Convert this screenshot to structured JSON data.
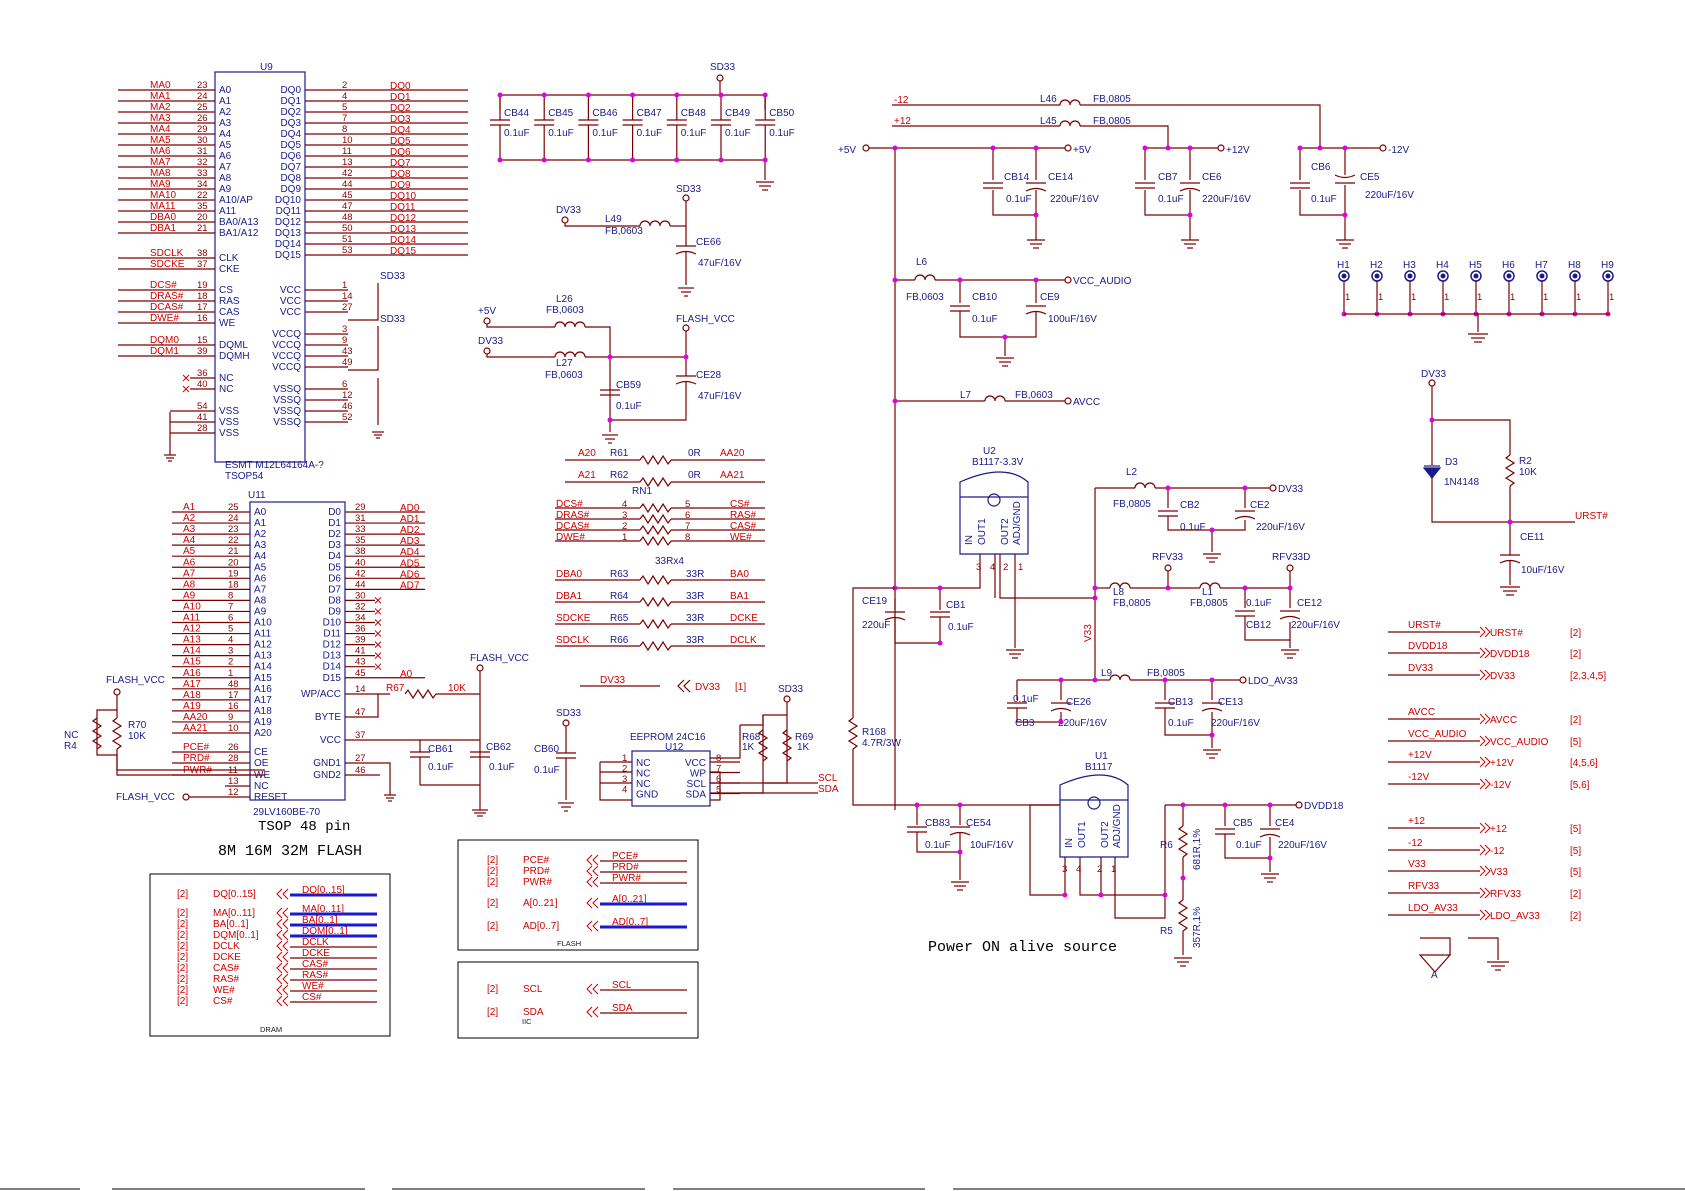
{
  "u9": {
    "ref": "U9",
    "part": "ESMT M12L64164A-?",
    "pkg": "TSOP54",
    "left": [
      [
        "MA0",
        "23",
        "A0"
      ],
      [
        "MA1",
        "24",
        "A1"
      ],
      [
        "MA2",
        "25",
        "A2"
      ],
      [
        "MA3",
        "26",
        "A3"
      ],
      [
        "MA4",
        "29",
        "A4"
      ],
      [
        "MA5",
        "30",
        "A5"
      ],
      [
        "MA6",
        "31",
        "A6"
      ],
      [
        "MA7",
        "32",
        "A7"
      ],
      [
        "MA8",
        "33",
        "A8"
      ],
      [
        "MA9",
        "34",
        "A9"
      ],
      [
        "MA10",
        "22",
        "A10/AP"
      ],
      [
        "MA11",
        "35",
        "A11"
      ],
      [
        "DBA0",
        "20",
        "BA0/A13"
      ],
      [
        "DBA1",
        "21",
        "BA1/A12"
      ],
      [
        "SDCLK",
        "38",
        "CLK"
      ],
      [
        "SDCKE",
        "37",
        "CKE"
      ],
      [
        "DCS#",
        "19",
        "CS"
      ],
      [
        "DRAS#",
        "18",
        "RAS"
      ],
      [
        "DCAS#",
        "17",
        "CAS"
      ],
      [
        "DWE#",
        "16",
        "WE"
      ],
      [
        "DQM0",
        "15",
        "DQML"
      ],
      [
        "DQM1",
        "39",
        "DQMH"
      ],
      [
        "",
        "36",
        "NC"
      ],
      [
        "",
        "40",
        "NC"
      ],
      [
        "",
        "54",
        "VSS"
      ],
      [
        "",
        "41",
        "VSS"
      ],
      [
        "",
        "28",
        "VSS"
      ]
    ],
    "right": [
      [
        "DQ0",
        "2",
        "DQ0"
      ],
      [
        "DQ1",
        "4",
        "DQ1"
      ],
      [
        "DQ2",
        "5",
        "DQ2"
      ],
      [
        "DQ3",
        "7",
        "DQ3"
      ],
      [
        "DQ4",
        "8",
        "DQ4"
      ],
      [
        "DQ5",
        "10",
        "DQ5"
      ],
      [
        "DQ6",
        "11",
        "DQ6"
      ],
      [
        "DQ7",
        "13",
        "DQ7"
      ],
      [
        "DQ8",
        "42",
        "DQ8"
      ],
      [
        "DQ9",
        "44",
        "DQ9"
      ],
      [
        "DQ10",
        "45",
        "DQ10"
      ],
      [
        "DQ11",
        "47",
        "DQ11"
      ],
      [
        "DQ12",
        "48",
        "DQ12"
      ],
      [
        "DQ13",
        "50",
        "DQ13"
      ],
      [
        "DQ14",
        "51",
        "DQ14"
      ],
      [
        "DQ15",
        "53",
        "DQ15"
      ],
      [
        "",
        "1",
        "VCC"
      ],
      [
        "",
        "14",
        "VCC"
      ],
      [
        "",
        "27",
        "VCC"
      ],
      [
        "",
        "3",
        "VCCQ"
      ],
      [
        "",
        "9",
        "VCCQ"
      ],
      [
        "",
        "43",
        "VCCQ"
      ],
      [
        "",
        "49",
        "VCCQ"
      ],
      [
        "",
        "6",
        "VSSQ"
      ],
      [
        "",
        "12",
        "VSSQ"
      ],
      [
        "",
        "46",
        "VSSQ"
      ],
      [
        "",
        "52",
        "VSSQ"
      ]
    ],
    "sd33a": "SD33",
    "sd33b": "SD33"
  },
  "u11": {
    "ref": "U11",
    "part": "29LV160BE-70",
    "pkg": "TSOP 48 pin",
    "left": [
      [
        "A1",
        "25",
        "A0"
      ],
      [
        "A2",
        "24",
        "A1"
      ],
      [
        "A3",
        "23",
        "A2"
      ],
      [
        "A4",
        "22",
        "A3"
      ],
      [
        "A5",
        "21",
        "A4"
      ],
      [
        "A6",
        "20",
        "A5"
      ],
      [
        "A7",
        "19",
        "A6"
      ],
      [
        "A8",
        "18",
        "A7"
      ],
      [
        "A9",
        "8",
        "A8"
      ],
      [
        "A10",
        "7",
        "A9"
      ],
      [
        "A11",
        "6",
        "A10"
      ],
      [
        "A12",
        "5",
        "A11"
      ],
      [
        "A13",
        "4",
        "A12"
      ],
      [
        "A14",
        "3",
        "A13"
      ],
      [
        "A15",
        "2",
        "A14"
      ],
      [
        "A16",
        "1",
        "A15"
      ],
      [
        "A17",
        "48",
        "A16"
      ],
      [
        "A18",
        "17",
        "A17"
      ],
      [
        "A19",
        "16",
        "A18"
      ],
      [
        "AA20",
        "9",
        "A19"
      ],
      [
        "AA21",
        "10",
        "A20"
      ],
      [
        "PCE#",
        "26",
        "CE"
      ],
      [
        "PRD#",
        "28",
        "OE"
      ],
      [
        "PWR#",
        "11",
        "WE"
      ],
      [
        "",
        "13",
        "NC"
      ],
      [
        "",
        "12",
        "RESET"
      ]
    ],
    "right": [
      [
        "AD0",
        "29",
        "D0"
      ],
      [
        "AD1",
        "31",
        "D1"
      ],
      [
        "AD2",
        "33",
        "D2"
      ],
      [
        "AD3",
        "35",
        "D3"
      ],
      [
        "AD4",
        "38",
        "D4"
      ],
      [
        "AD5",
        "40",
        "D5"
      ],
      [
        "AD6",
        "42",
        "D6"
      ],
      [
        "AD7",
        "44",
        "D7"
      ],
      [
        "",
        "30",
        "D8"
      ],
      [
        "",
        "32",
        "D9"
      ],
      [
        "",
        "34",
        "D10"
      ],
      [
        "",
        "36",
        "D11"
      ],
      [
        "",
        "39",
        "D12"
      ],
      [
        "",
        "41",
        "D13"
      ],
      [
        "",
        "43",
        "D14"
      ],
      [
        "A0",
        "45",
        "D15"
      ],
      [
        "",
        "14",
        "WP/ACC"
      ],
      [
        "",
        "47",
        "BYTE"
      ],
      [
        "",
        "37",
        "VCC"
      ],
      [
        "",
        "27",
        "GND1"
      ],
      [
        "",
        "46",
        "GND2"
      ]
    ]
  },
  "flash_heading": "8M 16M 32M FLASH",
  "power_heading": "Power ON alive source",
  "labels": {
    "flash_vcc": "FLASH_VCC",
    "nc": "NC",
    "r4": "R4",
    "r70": "R70",
    "r70v": "10K",
    "r67": "R67",
    "r67v": "10K",
    "cb61": "CB61",
    "cb62": "CB62",
    "cbv": "0.1uF",
    "dv33": "DV33",
    "sd33": "SD33",
    "plus5": "+5V",
    "cb60": "CB60",
    "eeprom": "EEPROM 24C16",
    "u12": "U12",
    "r68": "R68",
    "r69": "R69",
    "k1": "1K",
    "scl": "SCL",
    "sda": "SDA",
    "dv33ref": "[1]",
    "l49": "L49",
    "fb0603": "FB,0603",
    "fb0805": "FB,0805",
    "ce66": "CE66",
    "ce66v": "47uF/16V",
    "l26": "L26",
    "l27": "L27",
    "cb59": "CB59",
    "ce28": "CE28",
    "ce28v": "47uF/16V",
    "r61": "R61",
    "r62": "R62",
    "r0": "0R",
    "a20": "A20",
    "a21": "A21",
    "aa20": "AA20",
    "aa21": "AA21",
    "rn1": "RN1",
    "rn1v": "33Rx4",
    "r33": "33R",
    "neg12": "-12",
    "pos12": "+12",
    "l46": "L46",
    "l45": "L45",
    "plus5v": "+5V",
    "plus12v": "+12V",
    "minus12v": "-12V",
    "cb14": "CB14",
    "ce14": "CE14",
    "cb7": "CB7",
    "ce6": "CE6",
    "cb6": "CB6",
    "ce5": "CE5",
    "v220": "220uF/16V",
    "l6": "L6",
    "cb10": "CB10",
    "ce9": "CE9",
    "v100": "100uF/16V",
    "vcc_audio": "VCC_AUDIO",
    "l7": "L7",
    "avcc": "AVCC",
    "u2": "U2",
    "u2part": "B1117-3.3V",
    "l2": "L2",
    "cb2": "CB2",
    "ce2": "CE2",
    "rfv33": "RFV33",
    "rfv33d": "RFV33D",
    "l8": "L8",
    "l1": "L1",
    "cb12": "CB12",
    "ce12": "CE12",
    "ce19": "CE19",
    "v220u": "220uF",
    "cb1": "CB1",
    "v33": "V33",
    "l9": "L9",
    "ldo_av33": "LDO_AV33",
    "cb3": "CB3",
    "ce26": "CE26",
    "cb13": "CB13",
    "ce13": "CE13",
    "r168": "R168",
    "r168v": "4.7R/3W",
    "u1": "U1",
    "u1part": "B1117",
    "cb83": "CB83",
    "ce54": "CE54",
    "v10": "10uF/16V",
    "r6": "R6",
    "r6v": "681R,1%",
    "r5": "R5",
    "r5v": "357R,1%",
    "cb5": "CB5",
    "ce4": "CE4",
    "dvdd18": "DVDD18",
    "d3": "D3",
    "d3v": "1N4148",
    "r2": "R2",
    "r2v": "10K",
    "urst": "URST#",
    "ce11": "CE11",
    "ce11v": "10uF/16V",
    "in": "IN",
    "out1": "OUT1",
    "out2": "OUT2",
    "adjgnd": "ADJ/GND",
    "pnc": "NC",
    "pvcc": "VCC",
    "pwp": "WP",
    "pscl": "SCL",
    "psda": "SDA",
    "pgnd": "GND"
  },
  "caps": [
    [
      "CB44",
      "0.1uF"
    ],
    [
      "CB45",
      "0.1uF"
    ],
    [
      "CB46",
      "0.1uF"
    ],
    [
      "CB47",
      "0.1uF"
    ],
    [
      "CB48",
      "0.1uF"
    ],
    [
      "CB49",
      "0.1uF"
    ],
    [
      "CB50",
      "0.1uF"
    ]
  ],
  "rn_rows": [
    [
      "DCS#",
      "4",
      "5",
      "CS#"
    ],
    [
      "DRAS#",
      "3",
      "6",
      "RAS#"
    ],
    [
      "DCAS#",
      "2",
      "7",
      "CAS#"
    ],
    [
      "DWE#",
      "1",
      "8",
      "WE#"
    ]
  ],
  "r33_rows": [
    [
      "DBA0",
      "R63",
      "BA0"
    ],
    [
      "DBA1",
      "R64",
      "BA1"
    ],
    [
      "SDCKE",
      "R65",
      "DCKE"
    ],
    [
      "SDCLK",
      "R66",
      "DCLK"
    ]
  ],
  "holes": [
    "H1",
    "H2",
    "H3",
    "H4",
    "H5",
    "H6",
    "H7",
    "H8",
    "H9"
  ],
  "ports": [
    [
      "URST#",
      "URST#",
      "[2]"
    ],
    [
      "DVDD18",
      "DVDD18",
      "[2]"
    ],
    [
      "DV33",
      "DV33",
      "[2,3,4,5]"
    ],
    [
      "AVCC",
      "AVCC",
      "[2]"
    ],
    [
      "VCC_AUDIO",
      "VCC_AUDIO",
      "[5]"
    ],
    [
      "+12V",
      "+12V",
      "[4,5,6]"
    ],
    [
      "-12V",
      "-12V",
      "[5,6]"
    ],
    [
      "+12",
      "+12",
      "[5]"
    ],
    [
      "-12",
      "-12",
      "[5]"
    ],
    [
      "V33",
      "V33",
      "[5]"
    ],
    [
      "RFV33",
      "RFV33",
      "[2]"
    ],
    [
      "LDO_AV33",
      "LDO_AV33",
      "[2]"
    ]
  ],
  "dram_box": {
    "title": "DRAM",
    "rows": [
      [
        "[2]",
        "DQ[0..15]",
        "DQ[0..15]"
      ],
      [
        "[2]",
        "MA[0..11]",
        "MA[0..11]"
      ],
      [
        "[2]",
        "BA[0..1]",
        "BA[0..1]"
      ],
      [
        "[2]",
        "DQM[0..1]",
        "DQM[0..1]"
      ],
      [
        "[2]",
        "DCLK",
        "DCLK"
      ],
      [
        "[2]",
        "DCKE",
        "DCKE"
      ],
      [
        "[2]",
        "CAS#",
        "CAS#"
      ],
      [
        "[2]",
        "RAS#",
        "RAS#"
      ],
      [
        "[2]",
        "WE#",
        "WE#"
      ],
      [
        "[2]",
        "CS#",
        "CS#"
      ]
    ]
  },
  "flash_box": {
    "title": "FLASH",
    "rows": [
      [
        "[2]",
        "PCE#",
        "PCE#"
      ],
      [
        "[2]",
        "PRD#",
        "PRD#"
      ],
      [
        "[2]",
        "PWR#",
        "PWR#"
      ],
      [
        "[2]",
        "A[0..21]",
        "A[0..21]"
      ],
      [
        "[2]",
        "AD[0..7]",
        "AD[0..7]"
      ]
    ]
  },
  "iic_box": {
    "title": "IIC",
    "rows": [
      [
        "[2]",
        "SCL",
        "SCL"
      ],
      [
        "[2]",
        "SDA",
        "SDA"
      ]
    ]
  },
  "eeprom_pins": [
    [
      "1",
      "NC"
    ],
    [
      "2",
      "NC"
    ],
    [
      "3",
      "NC"
    ],
    [
      "4",
      "GND"
    ]
  ],
  "eeprom_rpins": [
    [
      "8",
      "VCC"
    ],
    [
      "7",
      "WP"
    ],
    [
      "6",
      "SCL"
    ],
    [
      "5",
      "SDA"
    ]
  ],
  "colors": {
    "wire": "#7a0000",
    "net": "#d00000",
    "body": "#1a1a8a",
    "junction": "#e000e0",
    "bus": "#1a1ad0"
  }
}
